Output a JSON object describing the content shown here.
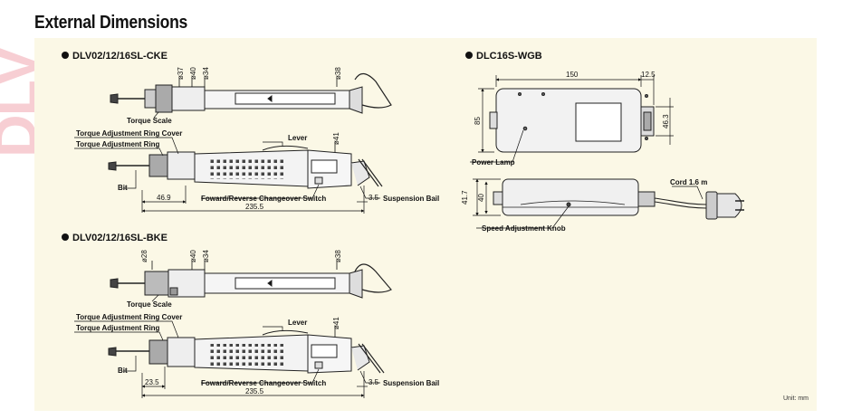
{
  "watermark": "DLV",
  "title": "External Dimensions",
  "unit": "Unit: mm",
  "models": {
    "cke": {
      "header": "DLV02/12/16SL-CKE",
      "dia1": "ø37",
      "dia2": "ø40",
      "dia3": "ø34",
      "dia4": "ø38",
      "dia5": "ø41",
      "torque_scale": "Torque Scale",
      "ring_cover": "Torque Adjustment Ring Cover",
      "ring": "Torque Adjustment Ring",
      "lever": "Lever",
      "bit": "Bit",
      "changeover": "Foward/Reverse Changeover Switch",
      "bail": "Suspension Bail",
      "d_front": "46.9",
      "d_total": "235.5",
      "d_bail": "3.5"
    },
    "bke": {
      "header": "DLV02/12/16SL-BKE",
      "dia1": "ø28",
      "dia2": "ø40",
      "dia3": "ø34",
      "dia4": "ø38",
      "dia5": "ø41",
      "torque_scale": "Torque Scale",
      "ring_cover": "Torque Adjustment Ring Cover",
      "ring": "Torque Adjustment Ring",
      "lever": "Lever",
      "bit": "Bit",
      "changeover": "Foward/Reverse Changeover Switch",
      "bail": "Suspension Bail",
      "d_front": "23.5",
      "d_total": "235.5",
      "d_bail": "3.5"
    },
    "wgb": {
      "header": "DLC16S-WGB",
      "w": "150",
      "w2": "12.5",
      "h": "85",
      "h2": "46.3",
      "power_lamp": "Power Lamp",
      "h3": "41.7",
      "h4": "40",
      "cord": "Cord 1.6 m",
      "knob": "Speed Adjustment Knob"
    }
  }
}
